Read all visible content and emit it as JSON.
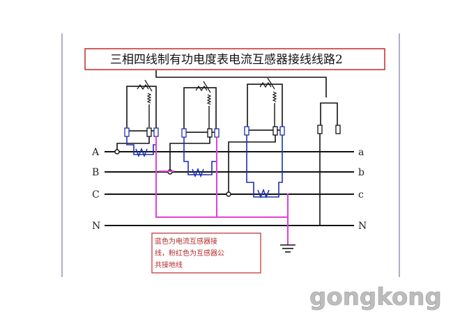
{
  "title": "三相四线制有功电度表电流互感器接线线路2",
  "phase_labels_left": [
    "A",
    "B",
    "C",
    "N"
  ],
  "phase_labels_right": [
    "a",
    "b",
    "c",
    "N"
  ],
  "note_lines": [
    "蓝色为电流互感器接",
    "线，粉红色为互感器公",
    "共接地线"
  ],
  "watermark": "gongkong",
  "colors": {
    "wire": "#111111",
    "ct_blue": "#1c2fb0",
    "ground_pink": "#e040d8",
    "title_border": "#c0282a",
    "note_border": "#c0282a",
    "note_text": "#b52a2a"
  }
}
